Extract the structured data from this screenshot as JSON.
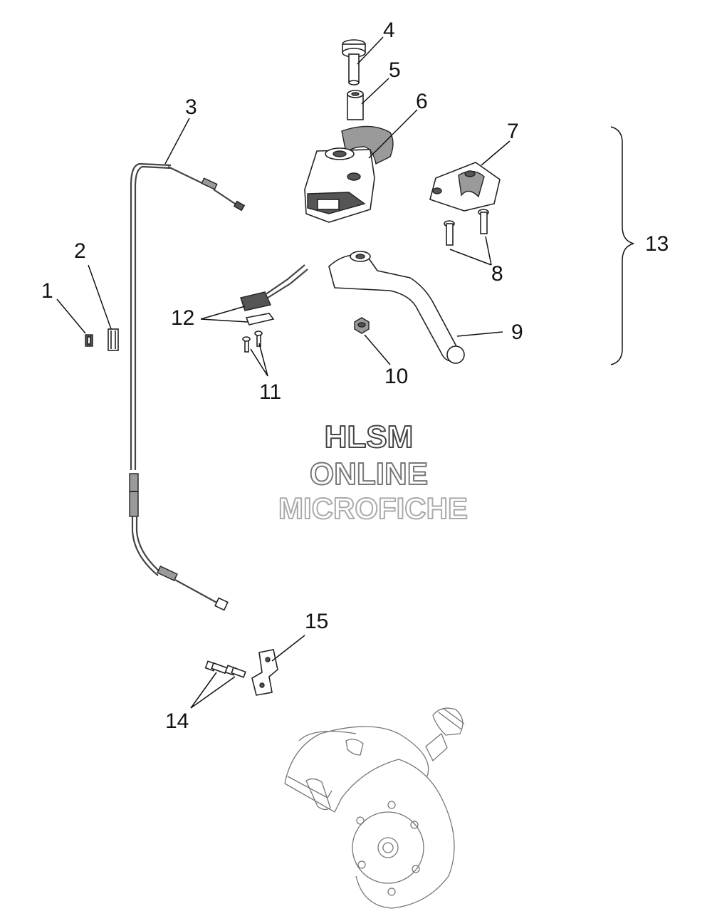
{
  "callouts": [
    {
      "id": "1",
      "label": "1"
    },
    {
      "id": "2",
      "label": "2"
    },
    {
      "id": "3",
      "label": "3"
    },
    {
      "id": "4",
      "label": "4"
    },
    {
      "id": "5",
      "label": "5"
    },
    {
      "id": "6",
      "label": "6"
    },
    {
      "id": "7",
      "label": "7"
    },
    {
      "id": "8",
      "label": "8"
    },
    {
      "id": "9",
      "label": "9"
    },
    {
      "id": "10",
      "label": "10"
    },
    {
      "id": "11",
      "label": "11"
    },
    {
      "id": "12",
      "label": "12"
    },
    {
      "id": "13",
      "label": "13"
    },
    {
      "id": "14",
      "label": "14"
    },
    {
      "id": "15",
      "label": "15"
    }
  ],
  "watermark": {
    "line1": "HLSM",
    "line2": "ONLINE",
    "line3": "MICROFICHE"
  },
  "colors": {
    "watermark_line1": "#444444",
    "watermark_line2": "#777777",
    "watermark_line3": "#aaaaaa"
  }
}
